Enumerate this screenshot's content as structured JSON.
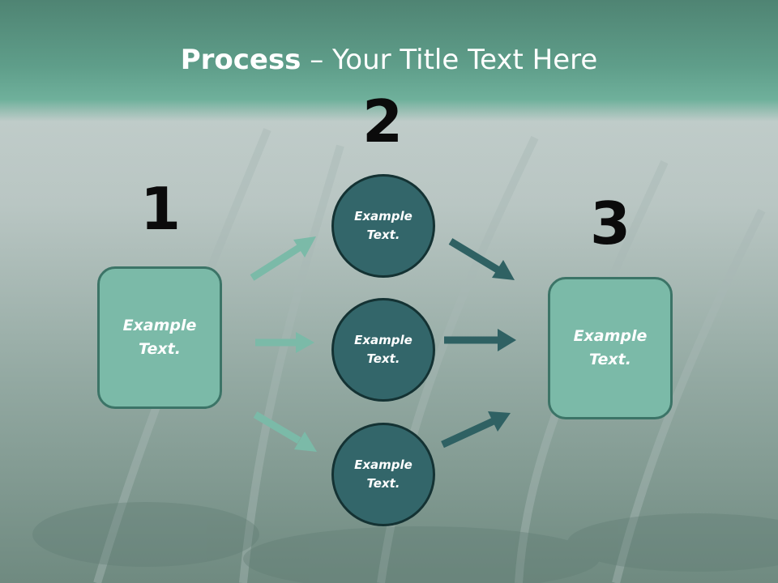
{
  "slide": {
    "title_bold": "Process",
    "title_rest": " – Your Title Text Here"
  },
  "steps": {
    "step1": {
      "number": "1",
      "box_text": "Example Text."
    },
    "step2": {
      "number": "2",
      "circles": [
        "Example Text.",
        "Example Text.",
        "Example Text."
      ]
    },
    "step3": {
      "number": "3",
      "box_text": "Example Text."
    }
  },
  "colors": {
    "header": "#5f9e8a",
    "box_fill": "#7bbaa8",
    "circle_fill": "#33666a",
    "arrow_light": "#7bbaa8",
    "arrow_dark": "#2f6163"
  }
}
